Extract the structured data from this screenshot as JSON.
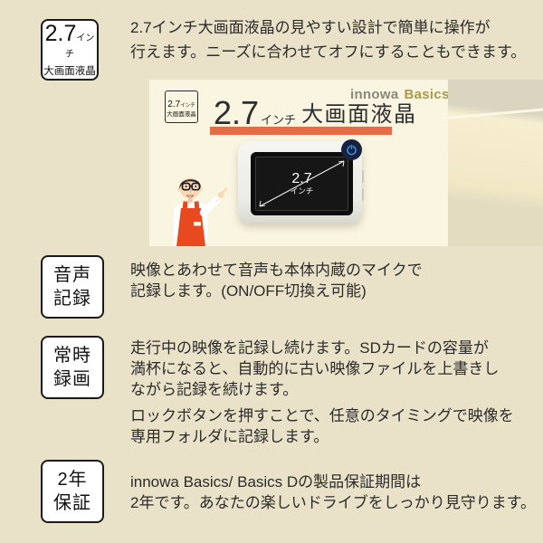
{
  "colors": {
    "page_bg": "#EAE2C8",
    "hero_card_bg": "#FAF5E1",
    "heading_underline": "#E76A4B",
    "apron_orange": "#E8491F",
    "logo_brand_gray": "#8A887B",
    "logo_series_gold": "#A79A4F",
    "power_button_navy": "#16223F",
    "power_icon_blue": "#4C8FD6",
    "body_text": "#2B2B2B"
  },
  "intro": {
    "badge": {
      "value": "2.7",
      "unit": "インチ",
      "label": "大画面液晶"
    },
    "lines": [
      "2.7インチ大画面液晶の見やすい設計で簡単に操作が",
      "行えます。ニーズに合わせてオフにすることもできます。"
    ]
  },
  "hero": {
    "logo": {
      "brand": "innowa",
      "series": "Basics"
    },
    "mini_badge": {
      "value": "2.7",
      "unit": "インチ",
      "label": "大画面液晶"
    },
    "heading": {
      "value": "2.7",
      "unit": "インチ",
      "label": "大画面液晶"
    },
    "screen": {
      "value": "2.7",
      "unit": "インチ"
    }
  },
  "features": [
    {
      "badge_lines": [
        "音声",
        "記録"
      ],
      "paragraphs": [
        [
          "映像とあわせて音声も本体内蔵のマイクで",
          "記録します。(ON/OFF切換え可能)"
        ]
      ]
    },
    {
      "badge_lines": [
        "常時",
        "録画"
      ],
      "paragraphs": [
        [
          "走行中の映像を記録し続けます。SDカードの容量が",
          "満杯になると、自動的に古い映像ファイルを上書きし",
          "ながら記録を続けます。"
        ],
        [
          "ロックボタンを押すことで、任意のタイミングで映像を",
          "専用フォルダに記録します。"
        ]
      ]
    },
    {
      "badge_lines": [
        "2年",
        "保証"
      ],
      "paragraphs": [
        [
          "innowa Basics/ Basics Dの製品保証期間は",
          "2年です。あなたの楽しいドライブをしっかり見守ります。"
        ]
      ]
    }
  ]
}
